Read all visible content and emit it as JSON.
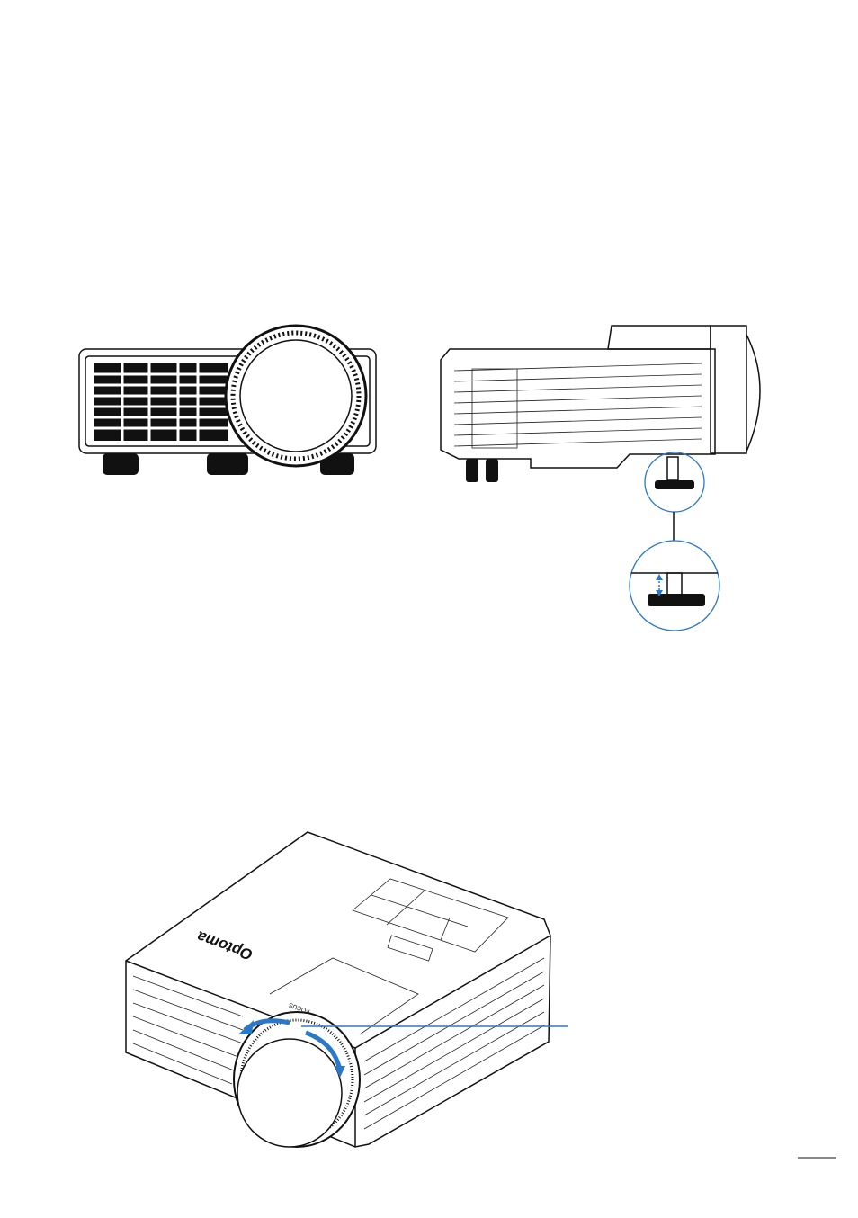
{
  "figures": {
    "front_view": {
      "label": "projector-front-view"
    },
    "side_view": {
      "label": "projector-side-view"
    },
    "top_view": {
      "brand_logo": "Optoma",
      "focus_label": "FOCUS"
    }
  },
  "colors": {
    "accent": "#2a78c8",
    "line": "#111111"
  }
}
